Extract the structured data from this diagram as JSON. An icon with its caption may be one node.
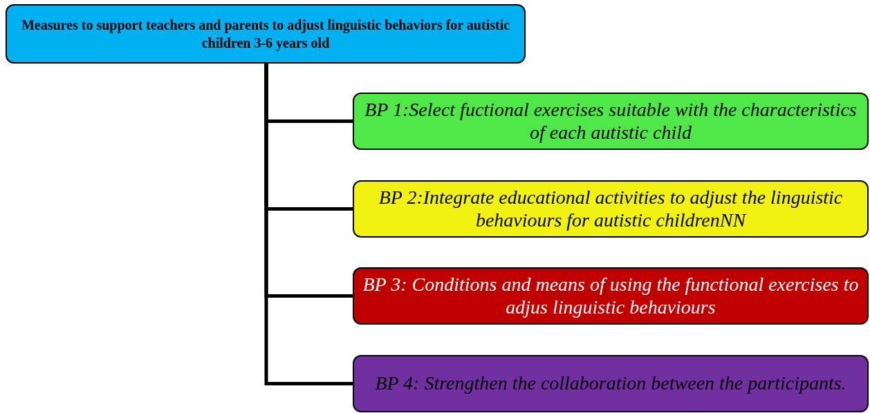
{
  "diagram": {
    "nodes": [
      {
        "text": [
          "Measures to support teachers and parents to adjust linguistic behaviors for autistic children 3-6 years old"
        ]
      },
      {
        "text": [
          "BP 1:Select fuctional exercises suitable with the characteristics of each autistic child"
        ]
      },
      {
        "text": [
          "BP 2:Integrate educational activities to adjust the linguistic behaviours for autistic childrenNN"
        ]
      },
      {
        "text": [
          "BP 3: Conditions and means of using the functional exercises to adjus linguistic behaviours"
        ]
      },
      {
        "text": [
          "BP 4: Strengthen the collaboration between the participants."
        ]
      }
    ],
    "edges": [
      {
        "from": 0,
        "to": 1,
        "arrow": "none"
      },
      {
        "from": 0,
        "to": 2,
        "arrow": "none"
      },
      {
        "from": 0,
        "to": 3,
        "arrow": "none"
      },
      {
        "from": 0,
        "to": 4,
        "arrow": "none"
      }
    ]
  }
}
